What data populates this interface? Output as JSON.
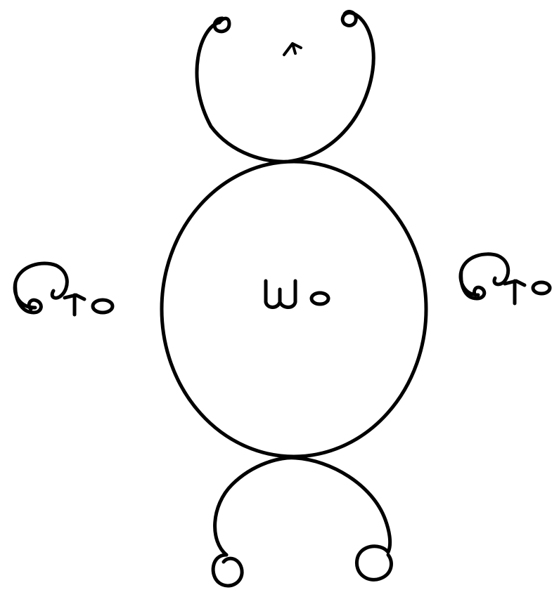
{
  "diagram": {
    "style": "hand-drawn line sketch",
    "ink_color": "#000000",
    "background_color": "#ffffff",
    "center_label": "ω₀",
    "left_label": "Ω₀",
    "right_label": "Ω₀",
    "top_label": "κ"
  }
}
